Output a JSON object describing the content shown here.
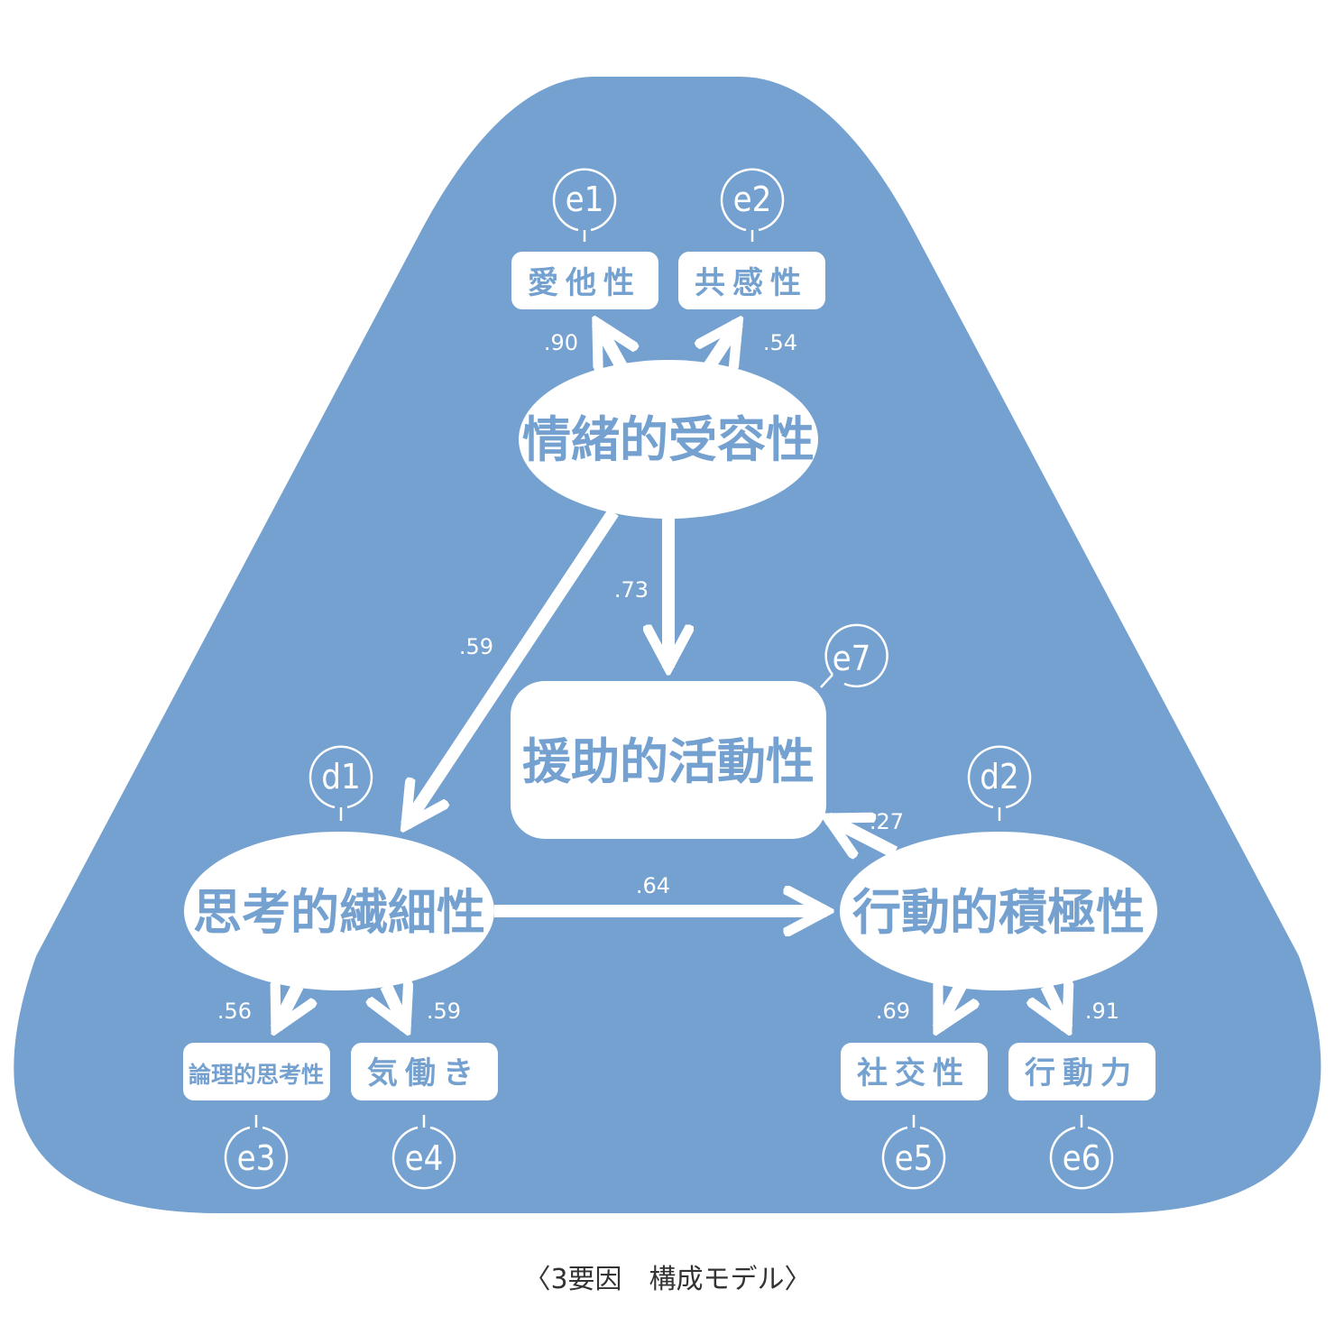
{
  "colors": {
    "background": "#74a1cf",
    "foreground": "#ffffff"
  },
  "factors": {
    "emotional": "情緒的受容性",
    "cognitive": "思考的繊細性",
    "behavioral": "行動的積極性",
    "outcome": "援助的活動性"
  },
  "indicators": {
    "altruism": "愛他性",
    "empathy": "共感性",
    "logical": "論理的思考性",
    "attentive": "気働き",
    "sociability": "社交性",
    "action": "行動力"
  },
  "errors": {
    "e1": "e1",
    "e2": "e2",
    "e3": "e3",
    "e4": "e4",
    "e5": "e5",
    "e6": "e6",
    "e7": "e7",
    "d1": "d1",
    "d2": "d2"
  },
  "coefficients": {
    "altruism": ".90",
    "empathy": ".54",
    "emotional_to_outcome": ".73",
    "emotional_to_cognitive": ".59",
    "cognitive_to_behavioral": ".64",
    "behavioral_to_outcome": ".27",
    "logical": ".56",
    "attentive": ".59",
    "sociability": ".69",
    "action": ".91"
  },
  "caption": "〈3要因　構成モデル〉"
}
